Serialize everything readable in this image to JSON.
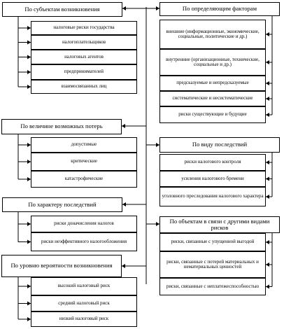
{
  "diagram": {
    "groups": [
      {
        "id": "g1",
        "header": "По субъектам возникновения",
        "items": [
          "налоговые риски государства",
          "налогоплательщиков",
          "налоговых агентов",
          "предпринимателей",
          "взаимосвязанных лиц"
        ]
      },
      {
        "id": "g2",
        "header": "По величине возможных потерь",
        "items": [
          "допустимые",
          "критические",
          "катастрофические"
        ]
      },
      {
        "id": "g3",
        "header": "По характеру последствий",
        "items": [
          "риски доначисления налогов",
          "риски неэффективного налогообложения"
        ]
      },
      {
        "id": "g4",
        "header": "По уровню вероятности возникновения",
        "items": [
          "высокий налоговый риск",
          "средний налоговый риск",
          "низкий налоговый риск"
        ]
      },
      {
        "id": "g5",
        "header": "По определяющим факторам",
        "items": [
          "внешние (информационные, экономические, социальные, политические и др.)",
          "внутренние (организационные, технические, социальные и др.)",
          "предсказуемые и непредсказуемые",
          "систематические и несистематические",
          "риски существующие и будущие"
        ]
      },
      {
        "id": "g6",
        "header": "По виду последствий",
        "items": [
          "риски налогового контроля",
          "усиления налогового бремени",
          "уголовного преследования налогового характера"
        ]
      },
      {
        "id": "g7",
        "header": "По объектам в связи с другими видами рисков",
        "items": [
          "риски, связанные с упущенной выгодой",
          "риски, связанные с потерей материальных и нематериальных ценностей",
          "риски, связанные с неплатежеспособностью"
        ]
      }
    ]
  }
}
